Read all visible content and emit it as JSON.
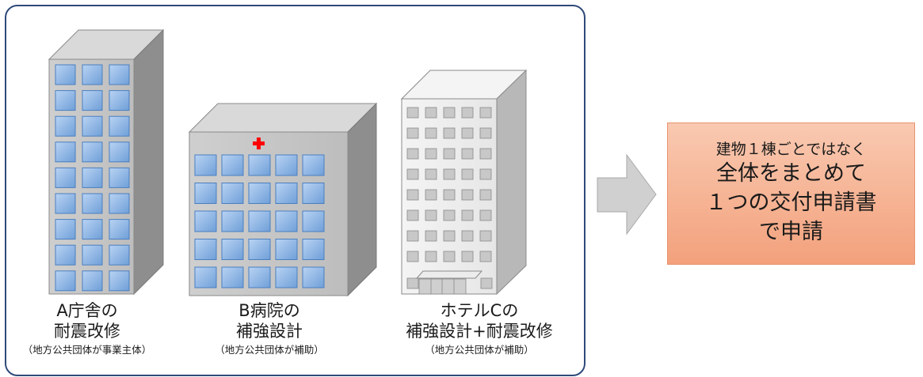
{
  "buildings": [
    {
      "title_line1": "A庁舎の",
      "title_line2": "耐震改修",
      "note": "（地方公共団体が事業主体）"
    },
    {
      "title_line1": "B病院の",
      "title_line2": "補強設計",
      "note": "（地方公共団体が補助）"
    },
    {
      "title_line1": "ホテルCの",
      "title_line2": "補強設計+耐震改修",
      "note": "（地方公共団体が補助）"
    }
  ],
  "result": {
    "line1": "建物１棟ごとではなく",
    "line2": "全体をまとめて",
    "line3": "１つの交付申請書",
    "line4": "で申請"
  },
  "colors": {
    "frame": "#2f4a7a",
    "window_blue": "#8fb6e6",
    "hospital_cross": "#ff0000",
    "callout_fill": "#f5ad8a"
  }
}
